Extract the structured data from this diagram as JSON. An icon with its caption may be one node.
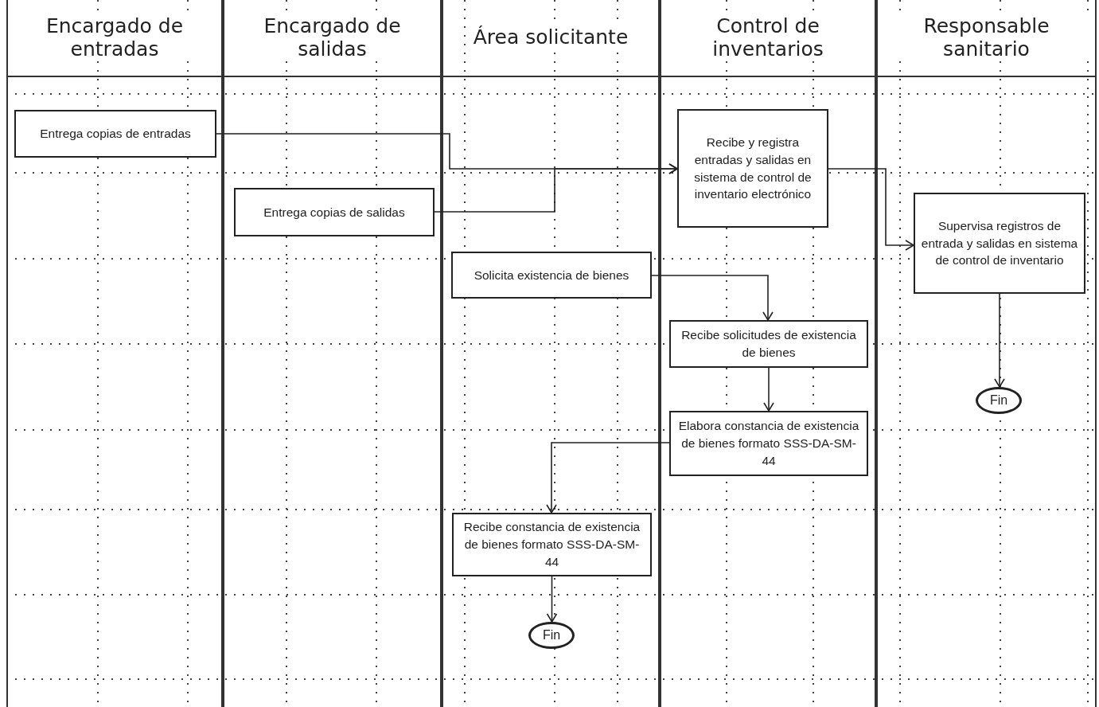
{
  "diagram": {
    "nodes": [
      {
        "text": [
          "Encargado de entradas"
        ]
      },
      {
        "text": [
          "Encargado de salidas"
        ]
      },
      {
        "text": [
          "Área solicitante"
        ]
      },
      {
        "text": [
          "Control de inventarios"
        ]
      },
      {
        "text": [
          "Responsable sanitario"
        ]
      },
      {
        "text": [
          "Entrega copias de entradas"
        ],
        "in": 0
      },
      {
        "text": [
          "Entrega copias de salidas"
        ],
        "in": 1
      },
      {
        "text": [
          "Recibe y registra entradas y salidas en sistema de control de inventario electrónico"
        ],
        "in": 3
      },
      {
        "text": [
          "Supervisa registros de entrada y salidas en sistema de control de inventario"
        ],
        "in": 4
      },
      {
        "text": [
          "Solicita existencia de bienes"
        ],
        "in": 2
      },
      {
        "text": [
          "Recibe solicitudes de existencia de bienes"
        ],
        "in": 3
      },
      {
        "text": [
          "Fin"
        ],
        "in": 4
      },
      {
        "text": [
          "Elabora constancia de existencia de bienes formato SSS-DA-SM-44"
        ],
        "in": 3
      },
      {
        "text": [
          "Recibe constancia de existencia de bienes formato SSS-DA-SM-44"
        ],
        "in": 2
      },
      {
        "text": [
          "Fin"
        ],
        "in": 2
      }
    ],
    "edges": [
      {
        "from": 5,
        "to": 7,
        "arrow": "to"
      },
      {
        "from": 6,
        "to": 7,
        "arrow": "to"
      },
      {
        "from": 7,
        "to": 8,
        "arrow": "to"
      },
      {
        "from": 9,
        "to": 10,
        "arrow": "to"
      },
      {
        "from": 10,
        "to": 12,
        "arrow": "to"
      },
      {
        "from": 12,
        "to": 13,
        "arrow": "to"
      },
      {
        "from": 13,
        "to": 14,
        "arrow": "to"
      },
      {
        "from": 8,
        "to": 11,
        "arrow": "to"
      }
    ]
  }
}
